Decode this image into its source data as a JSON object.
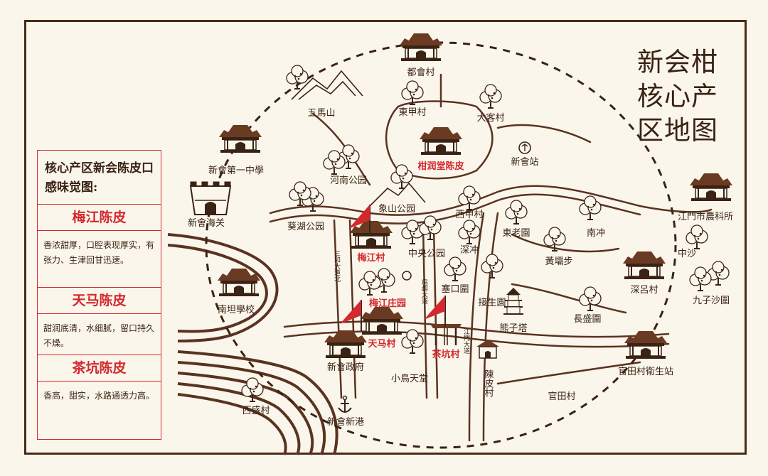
{
  "title": [
    "新会柑",
    "核心产",
    "区地图"
  ],
  "legend": {
    "heading": "核心产区新会陈皮口感味觉图:",
    "items": [
      {
        "name": "梅江陈皮",
        "desc": "香浓甜厚，口腔表现厚实，有张力、生津回甘迅速。"
      },
      {
        "name": "天马陈皮",
        "desc": "甜润底清，水细腻，留口持久不燥。"
      },
      {
        "name": "茶坑陈皮",
        "desc": "香高，甜实，水路通透力高。"
      }
    ]
  },
  "places": {
    "duhui": "都會村",
    "wuma": "五馬山",
    "dongjia": "東甲村",
    "dake": "大客村",
    "ganrun": "柑润堂陈皮",
    "xinhui_station": "新會站",
    "xinhui_school": "新會第一中學",
    "henan_park": "河南公园",
    "xiangshan_park": "象山公园",
    "xinhui_customs": "新會海关",
    "kuihu_park": "葵湖公园",
    "xijia": "西甲村",
    "donglao": "東老園",
    "nanchong": "南冲",
    "jiangmen_agri": "江門市農科所",
    "meijiang": "梅江村",
    "zhongyang_park": "中央公园",
    "shenchong": "深冲",
    "huangbabu": "黃壩步",
    "zhongsha": "中沙",
    "sanhe_road": "三和大道北",
    "saikou": "塞口圍",
    "shenlv": "深呂村",
    "jiuzi_sha": "九子沙圍",
    "nantan_school": "南坦學校",
    "meijiang_estate": "梅江庄园",
    "qifeng_road": "启超大道",
    "jiesheng": "接生園",
    "changsheng": "長盛圍",
    "xiongzi_tower": "熊子塔",
    "tianma": "天马村",
    "chakeng": "茶坑村",
    "jiangmen_road": "江門大道",
    "xinhui_gov": "新會政府",
    "xiaoniao": "小鳥天堂",
    "chenpi_village": "陳皮村",
    "guantian_clinic": "官田村衛生站",
    "guantian": "官田村",
    "xisheng": "西盛村",
    "xinhui_port": "新會新港"
  }
}
